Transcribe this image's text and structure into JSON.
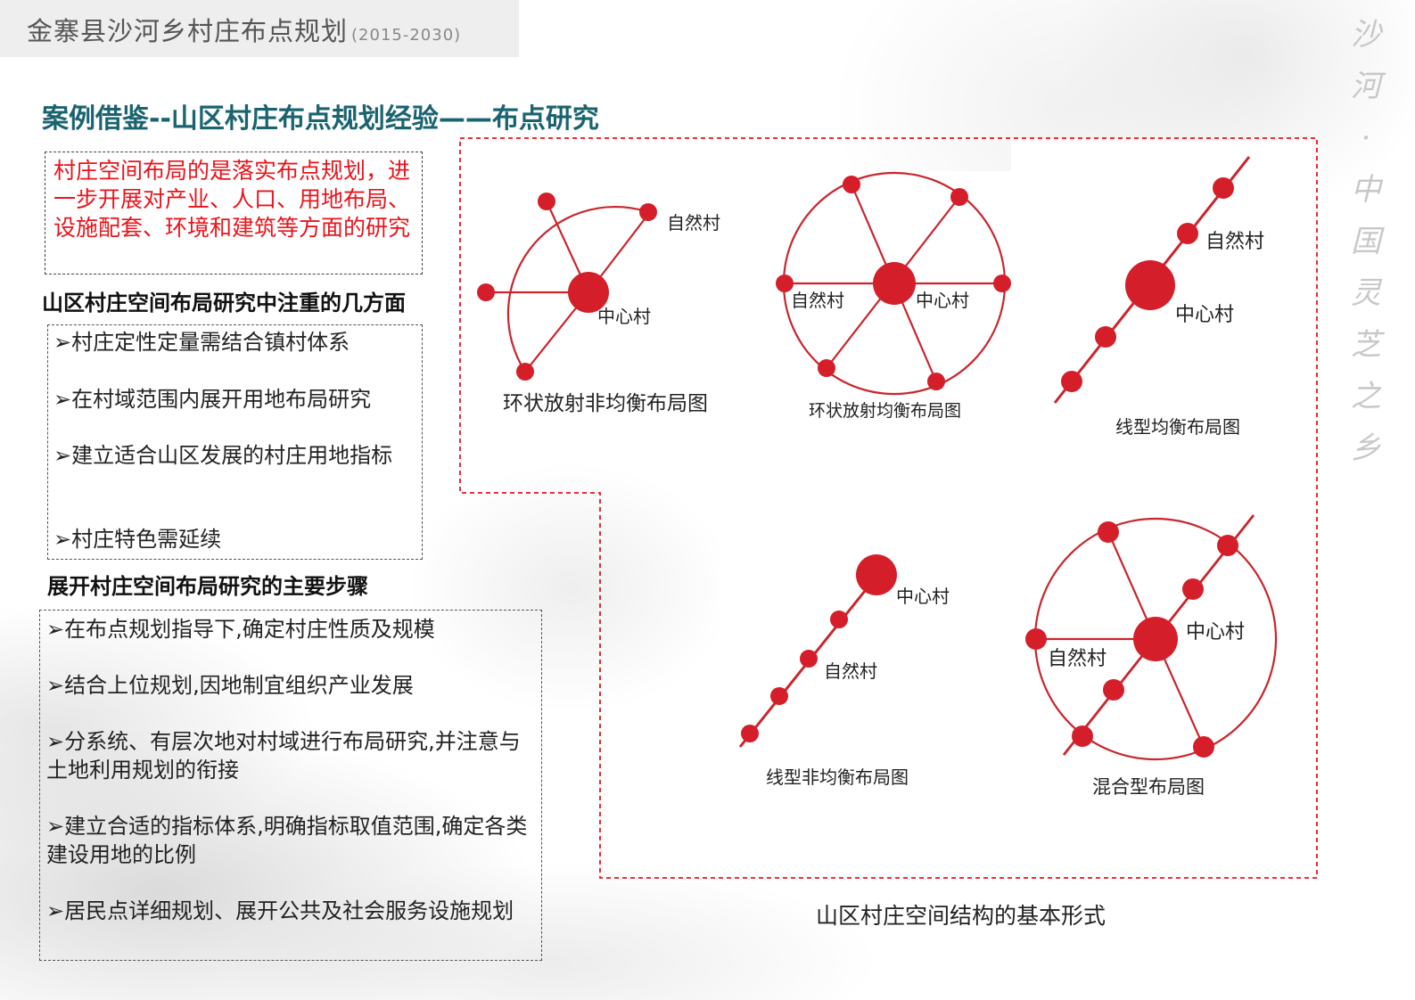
{
  "header": {
    "title": "金寨县沙河乡村庄布点规划",
    "year": "(2015-2030)"
  },
  "brand_vertical": [
    "沙",
    "河",
    "·",
    "中",
    "国",
    "灵",
    "芝",
    "之",
    "乡"
  ],
  "section_title": "案例借鉴--山区村庄布点规划经验——布点研究",
  "intro_text": "村庄空间布局的是落实布点规划，进一步开展对产业、人口、用地布局、设施配套、环境和建筑等方面的研究",
  "aspects": {
    "heading": "山区村庄空间布局研究中注重的几方面",
    "items": [
      "➢村庄定性定量需结合镇村体系",
      "➢在村域范围内展开用地布局研究",
      "➢建立适合山区发展的村庄用地指标",
      "➢村庄特色需延续"
    ]
  },
  "steps": {
    "heading": "展开村庄空间布局研究的主要步骤",
    "items": [
      "➢在布点规划指导下,确定村庄性质及规模",
      "➢结合上位规划,因地制宜组织产业发展",
      "➢分系统、有层次地对村域进行布局研究,并注意与土地利用规划的衔接",
      "➢建立合适的指标体系,明确指标取值范围,确定各类建设用地的比例",
      "➢居民点详细规划、展开公共及社会服务设施规划"
    ]
  },
  "diagrams": {
    "labels": {
      "natural_village": "自然村",
      "center_village": "中心村"
    },
    "captions": {
      "ring_radial_unbalanced": "环状放射非均衡布局图",
      "ring_radial_balanced": "环状放射均衡布局图",
      "linear_balanced": "线型均衡布局图",
      "linear_unbalanced": "线型非均衡布局图",
      "mixed": "混合型布局图"
    },
    "figure_caption": "山区村庄空间结构的基本形式"
  },
  "colors": {
    "node_red": "#d41f2a",
    "line_red": "#c9252c",
    "title_teal": "#1a6470",
    "highlight_red": "#e8141b",
    "dash_red": "#e8141b"
  }
}
